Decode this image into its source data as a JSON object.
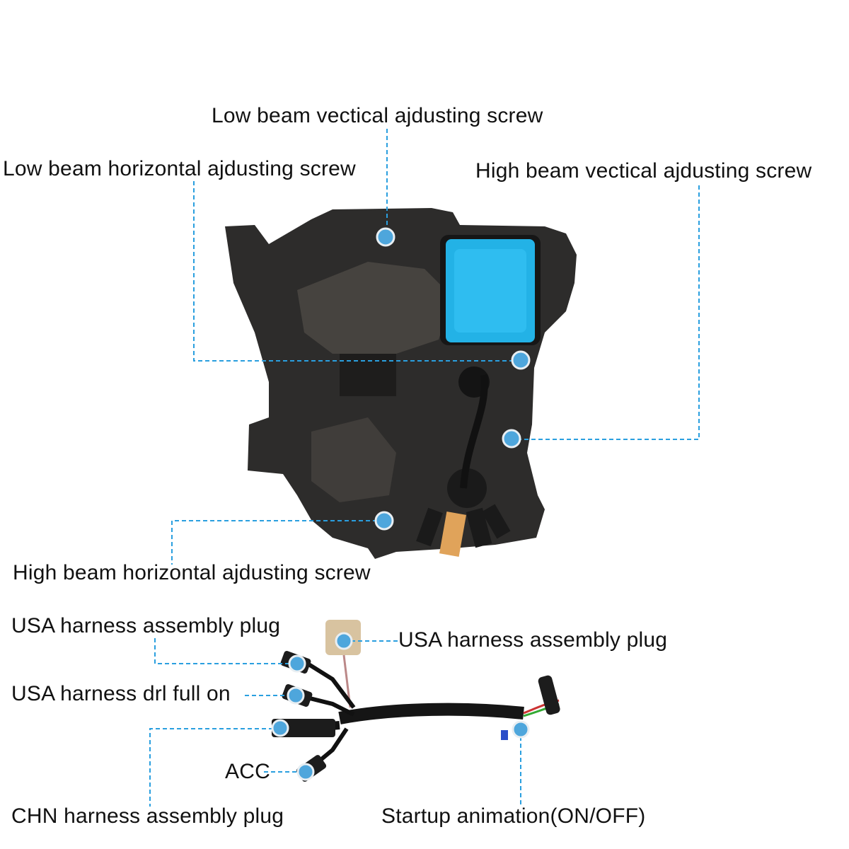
{
  "colors": {
    "accent": "#2a9fdf",
    "dot": "#4ea6dc",
    "housing": "#2b2a29",
    "module": "#23b2e6"
  },
  "labels": {
    "low_beam_vertical": "Low beam vectical ajdusting screw",
    "low_beam_horizontal": "Low beam horizontal ajdusting screw",
    "high_beam_vertical": "High beam vectical ajdusting screw",
    "high_beam_horizontal": "High beam horizontal ajdusting screw",
    "usa_plug_left": "USA harness assembly plug",
    "usa_plug_right": "USA harness assembly plug",
    "usa_drl": "USA harness drl full on",
    "acc": "ACC",
    "chn_plug": "CHN harness assembly plug",
    "startup": "Startup animation(ON/OFF)"
  }
}
